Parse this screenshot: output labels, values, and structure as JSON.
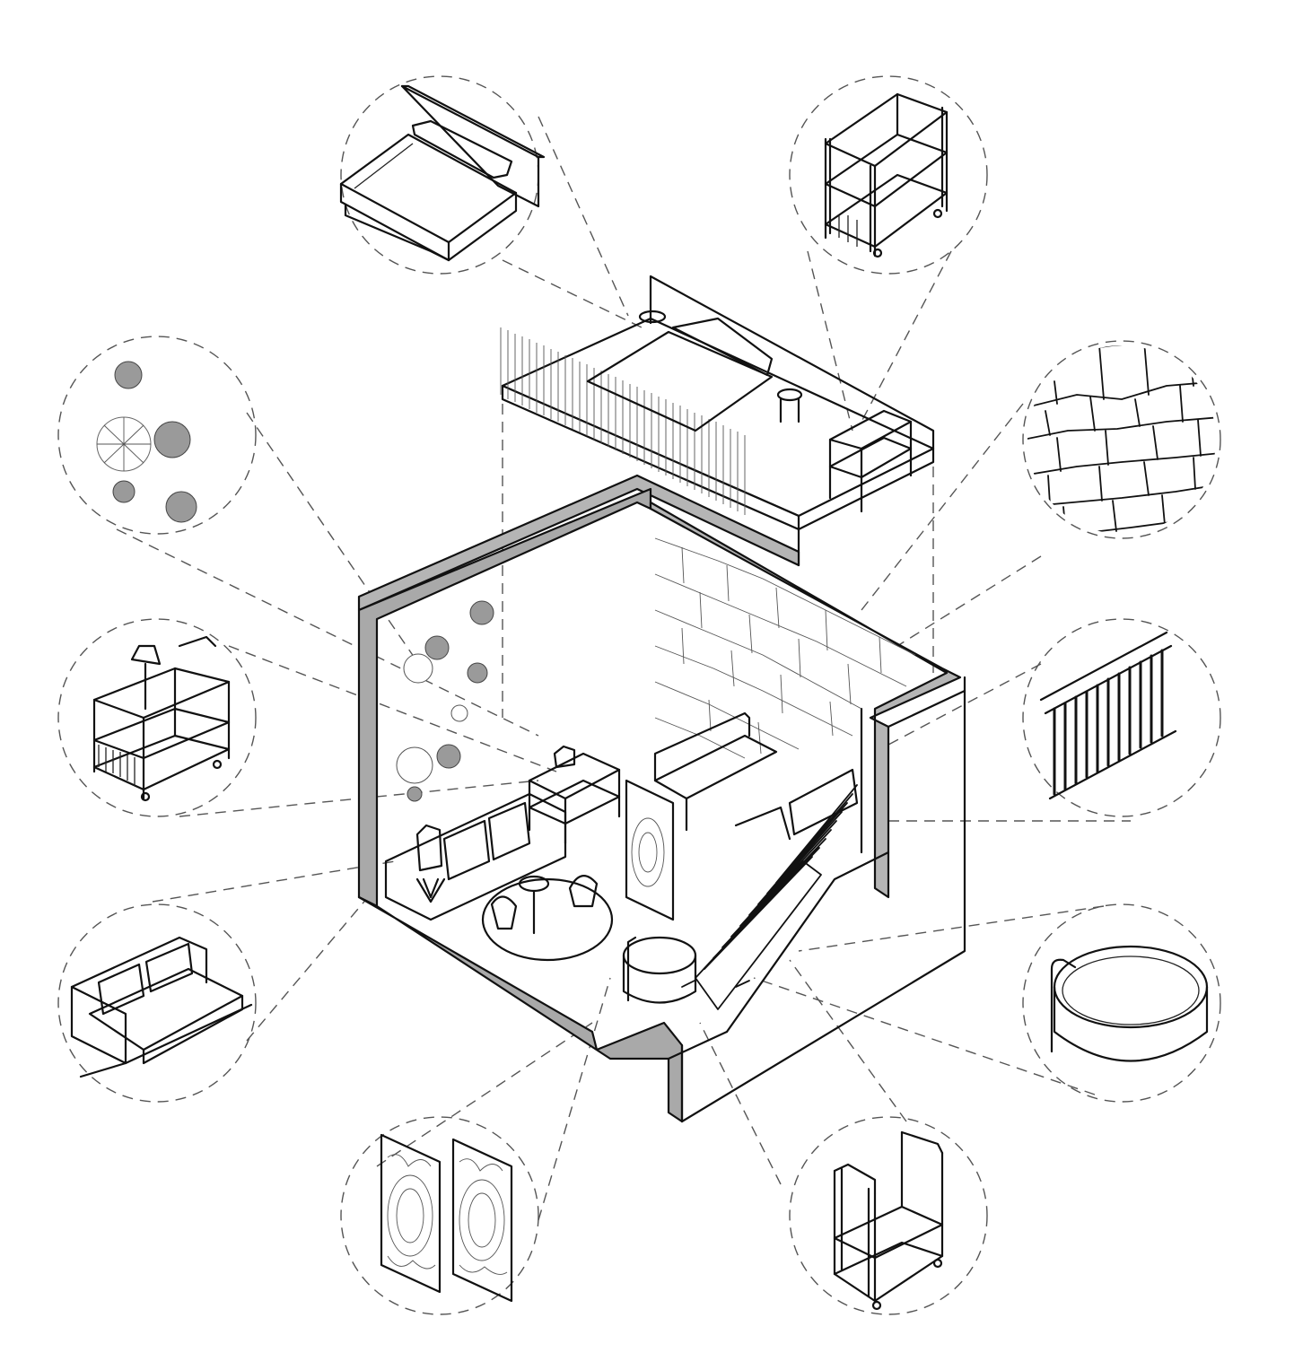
{
  "diagram": {
    "callouts": [
      {
        "name": "bed",
        "icon": "bed-icon"
      },
      {
        "name": "bar-cart",
        "icon": "bar-cart-icon"
      },
      {
        "name": "pendant-lights",
        "icon": "pendant-light-icon"
      },
      {
        "name": "stone-wall",
        "icon": "stone-wall-icon"
      },
      {
        "name": "shelving-cart-with-lamp",
        "icon": "shelf-cart-icon"
      },
      {
        "name": "radiator",
        "icon": "radiator-icon"
      },
      {
        "name": "sofa",
        "icon": "sofa-icon"
      },
      {
        "name": "round-bathtub",
        "icon": "bathtub-icon"
      },
      {
        "name": "ornamental-screen-panels",
        "icon": "screen-panel-icon"
      },
      {
        "name": "trolley",
        "icon": "trolley-icon"
      }
    ],
    "colors": {
      "line": "#111111",
      "cut": "#a9a9a9",
      "background": "#ffffff"
    }
  }
}
